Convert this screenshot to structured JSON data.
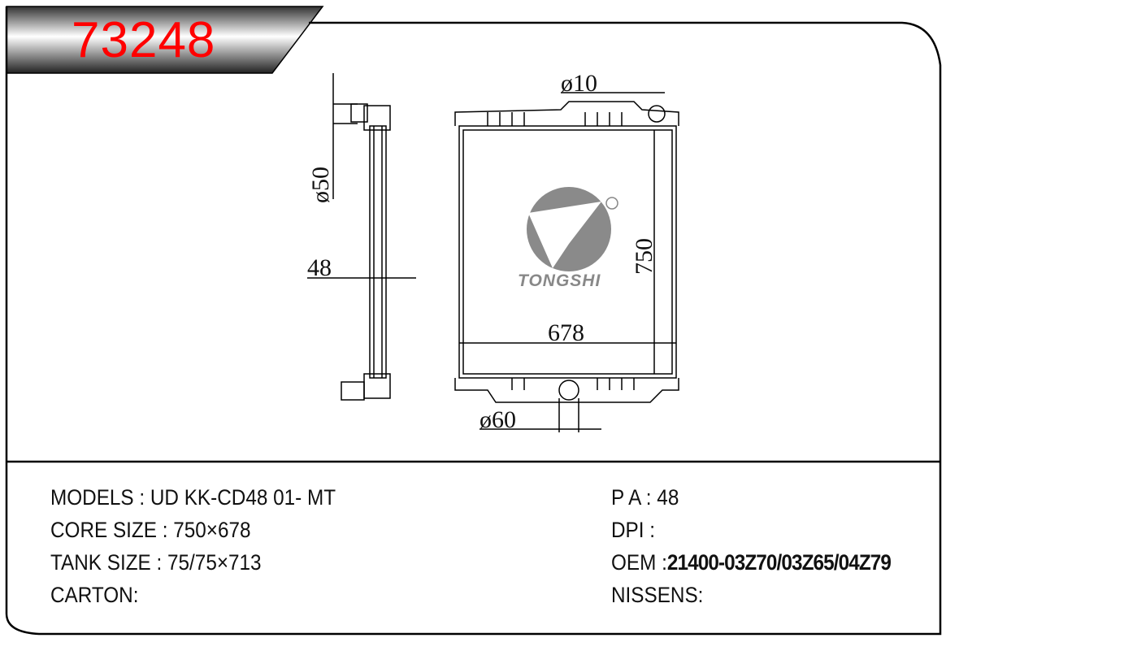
{
  "part_number": "73248",
  "brand": "TONGSHI",
  "dimensions": {
    "inlet": "ø10",
    "outlet": "ø60",
    "side_pipe": "ø50",
    "thickness": "48",
    "core_height": "750",
    "core_width": "678"
  },
  "specs_left": [
    {
      "label": "MODELS : ",
      "value": "UD KK-CD48 01- MT"
    },
    {
      "label": "CORE SIZE : ",
      "value": "750×678"
    },
    {
      "label": "TANK SIZE : ",
      "value": "75/75×713"
    },
    {
      "label": "CARTON:",
      "value": ""
    }
  ],
  "specs_right": [
    {
      "label": "P A : ",
      "value": "48"
    },
    {
      "label": "DPI : ",
      "value": ""
    },
    {
      "label": "OEM :",
      "value": "21400-03Z70/03Z65/04Z79"
    },
    {
      "label": "NISSENS:",
      "value": ""
    }
  ]
}
